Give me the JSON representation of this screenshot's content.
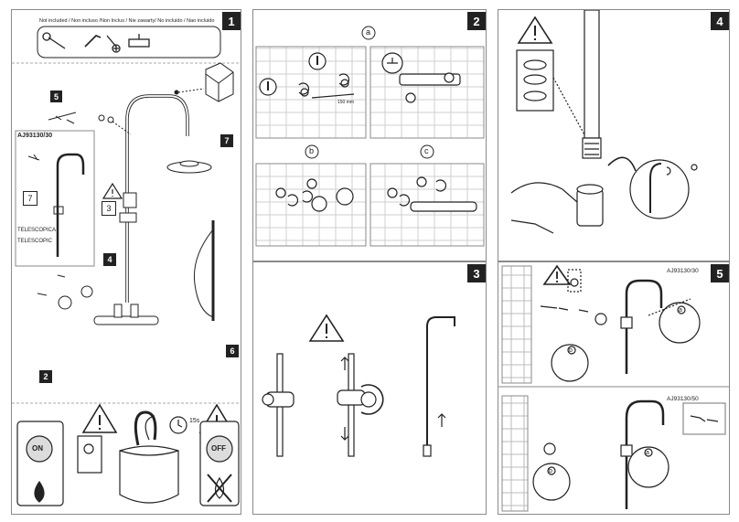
{
  "steps": {
    "s1": "1",
    "s2": "2",
    "s3": "3",
    "s4": "4",
    "s5": "5"
  },
  "panel1": {
    "not_included": "Not included / Non incluso /Non Inclus / Nie zawarty/ No incluido / Nao incluido",
    "model": "AJ93130/30",
    "telescopic_es": "TELESCOPICA",
    "telescopic_en": "TELESCOPIC",
    "callout_5": "5",
    "callout_7": "7",
    "callout_7_inset": "7",
    "callout_3": "3",
    "callout_4": "4",
    "callout_2": "2",
    "callout_6": "6",
    "on_label": "ON",
    "off_label": "OFF",
    "time": "15s"
  },
  "panel2": {
    "a": "a",
    "b": "b",
    "c": "c",
    "dimension": "150 mm"
  },
  "panel5": {
    "model_top": "AJ93130/30",
    "model_bottom": "AJ93130/50",
    "a_top": "a",
    "b_top": "b",
    "a_bottom": "a",
    "b_bottom": "b"
  },
  "colors": {
    "ink": "#222222",
    "frame": "#8a8a8a",
    "dash": "#aaaaaa",
    "tile": "#cfcfcf"
  }
}
